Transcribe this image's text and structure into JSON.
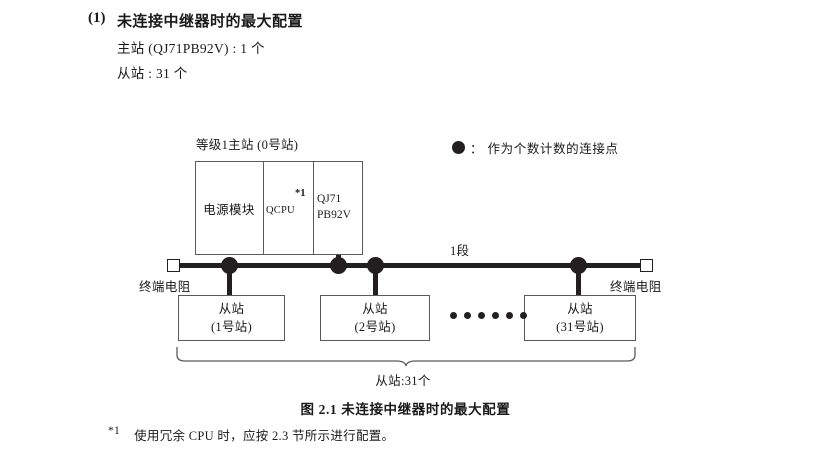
{
  "heading": {
    "number": "(1)",
    "title": "未连接中继器时的最大配置",
    "spec_master": "主站 (QJ71PB92V) : 1 个",
    "spec_slave": "从站 : 31 个"
  },
  "legend": {
    "symbol": "filled-circle",
    "colon": "：",
    "text": "作为个数计数的连接点"
  },
  "diagram": {
    "rack_label": "等级1主站 (0号站)",
    "rack_cells": {
      "power": "电源模块",
      "cpu": "QCPU",
      "cpu_note": "*1",
      "network_line1": "QJ71",
      "network_line2": "PB92V"
    },
    "segment_label": "1段",
    "terminator_left": "终端电阻",
    "terminator_right": "终端电阻",
    "slaves": [
      {
        "name": "从站",
        "station": "(1号站)"
      },
      {
        "name": "从站",
        "station": "(2号站)"
      },
      {
        "name": "从站",
        "station": "(31号站)"
      }
    ],
    "ellipsis_count": 6,
    "node_count": 4,
    "brace_label": "从站:31个"
  },
  "figure_caption": "图 2.1  未连接中继器时的最大配置",
  "footnote": {
    "mark": "*1",
    "text": "使用冗余 CPU 时，应按 2.3 节所示进行配置。"
  },
  "colors": {
    "ink": "#231f20",
    "box_border": "#5a5a5a",
    "background": "#ffffff"
  }
}
